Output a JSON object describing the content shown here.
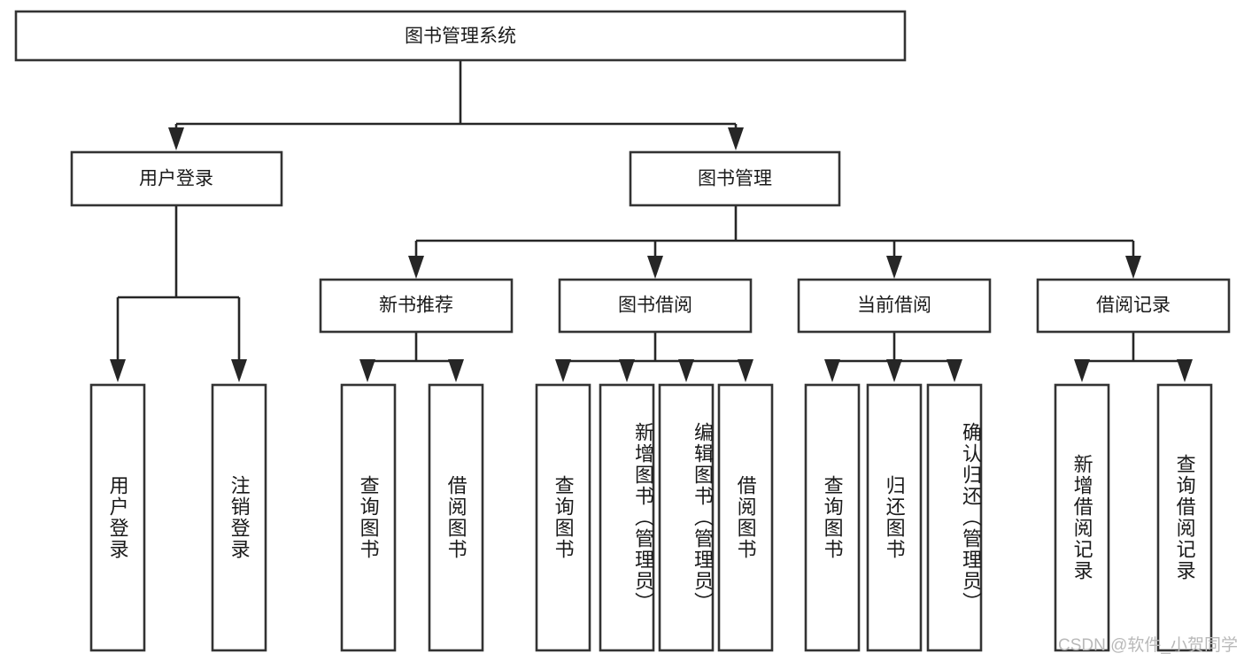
{
  "diagram": {
    "kind": "functional-structure-tree",
    "title": "图书管理系统",
    "watermark": "CSDN @软件_小贺同学",
    "colors": {
      "box_fill": "#ffffff",
      "box_stroke": "#333333",
      "connector": "#262626",
      "text": "#1a1a1a",
      "watermark": "#b9b9b9",
      "background": "#ffffff"
    },
    "root": {
      "label": "图书管理系统"
    },
    "level2": [
      {
        "label": "用户登录"
      },
      {
        "label": "图书管理"
      }
    ],
    "level3": [
      {
        "label": "新书推荐"
      },
      {
        "label": "图书借阅"
      },
      {
        "label": "当前借阅"
      },
      {
        "label": "借阅记录"
      }
    ],
    "leaves": {
      "user_login": [
        {
          "label": "用户登录"
        },
        {
          "label": "注销登录"
        }
      ],
      "new_book_recommend": [
        {
          "label": "查询图书"
        },
        {
          "label": "借阅图书"
        }
      ],
      "book_borrow": [
        {
          "label": "查询图书"
        },
        {
          "label": "新增图书（管理员）"
        },
        {
          "label": "编辑图书（管理员）"
        },
        {
          "label": "借阅图书"
        }
      ],
      "current_borrow": [
        {
          "label": "查询图书"
        },
        {
          "label": "归还图书"
        },
        {
          "label": "确认归还（管理员）"
        }
      ],
      "borrow_records": [
        {
          "label": "新增借阅记录"
        },
        {
          "label": "查询借阅记录"
        }
      ]
    }
  }
}
